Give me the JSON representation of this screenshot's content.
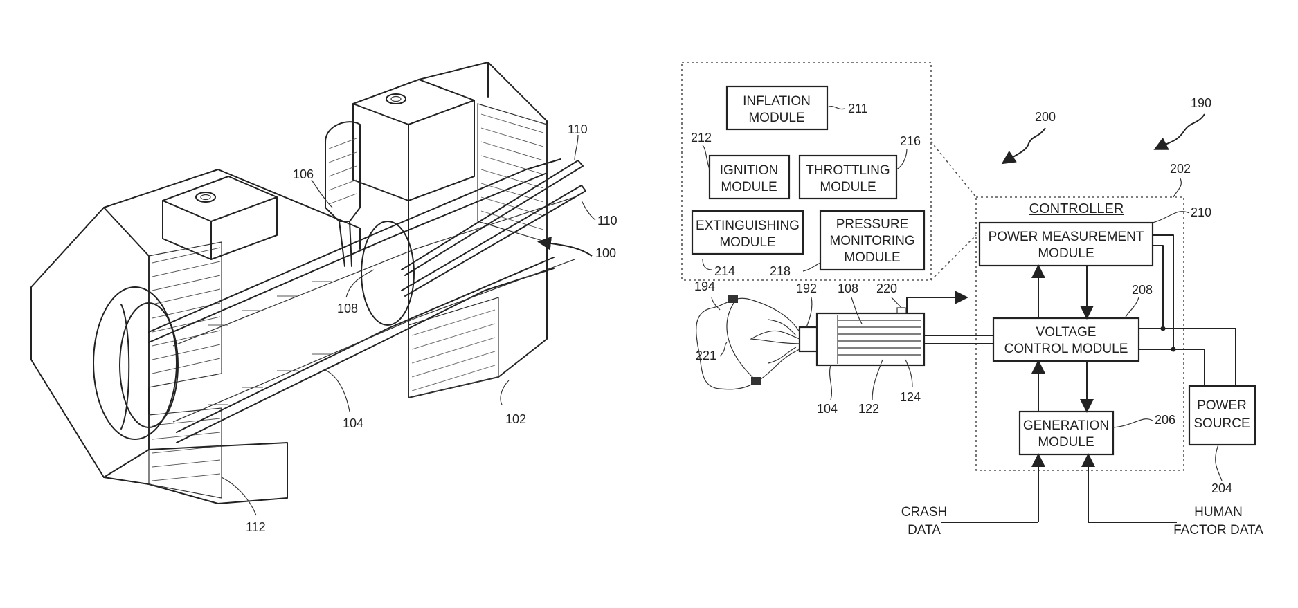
{
  "fig_left": {
    "refs": {
      "r100": "100",
      "r102": "102",
      "r104": "104",
      "r106": "106",
      "r108": "108",
      "r110a": "110",
      "r110b": "110",
      "r112": "112"
    }
  },
  "fig_right": {
    "modules": {
      "inflation": [
        "INFLATION",
        "MODULE"
      ],
      "ignition": [
        "IGNITION",
        "MODULE"
      ],
      "throttling": [
        "THROTTLING",
        "MODULE"
      ],
      "extinguishing": [
        "EXTINGUISHING",
        "MODULE"
      ],
      "pressure": [
        "PRESSURE",
        "MONITORING",
        "MODULE"
      ]
    },
    "controller_title": "CONTROLLER",
    "power_measurement": [
      "POWER MEASUREMENT",
      "MODULE"
    ],
    "voltage_control": [
      "VOLTAGE",
      "CONTROL MODULE"
    ],
    "generation": [
      "GENERATION",
      "MODULE"
    ],
    "power_source": [
      "POWER",
      "SOURCE"
    ],
    "crash_data": [
      "CRASH",
      "DATA"
    ],
    "human_factor_data": [
      "HUMAN",
      "FACTOR DATA"
    ],
    "refs": {
      "r190": "190",
      "r192": "192",
      "r194": "194",
      "r200": "200",
      "r202": "202",
      "r204": "204",
      "r206": "206",
      "r208": "208",
      "r210": "210",
      "r211": "211",
      "r212": "212",
      "r214": "214",
      "r216": "216",
      "r218": "218",
      "r220": "220",
      "r221": "221",
      "r104": "104",
      "r108": "108",
      "r122": "122",
      "r124": "124"
    }
  }
}
